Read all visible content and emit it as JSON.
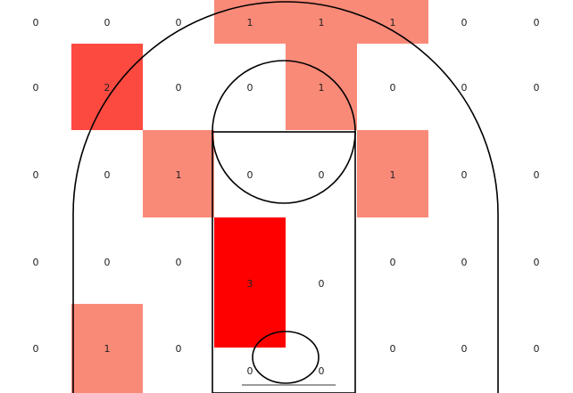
{
  "chart_data": {
    "type": "heatmap",
    "title": "",
    "xlabel": "",
    "ylabel": "",
    "grid": false,
    "legend": "none",
    "columns": 8,
    "rows": 5,
    "values": [
      [
        0,
        0,
        0,
        1,
        1,
        1,
        0,
        0
      ],
      [
        0,
        2,
        0,
        0,
        1,
        0,
        0,
        0
      ],
      [
        0,
        0,
        1,
        0,
        0,
        1,
        0,
        0
      ],
      [
        0,
        0,
        0,
        3,
        0,
        0,
        0,
        0
      ],
      [
        0,
        1,
        0,
        0,
        0,
        0,
        0,
        0
      ]
    ],
    "paint_area_values": [
      {
        "position": "lane-left-bottom",
        "value": 0
      },
      {
        "position": "lane-right-bottom",
        "value": 0
      }
    ],
    "colors": {
      "0": "#ffffff",
      "1": "#f98a78",
      "2": "#fd4a40",
      "3": "#ff0000"
    },
    "overlay": "half-court diagram"
  }
}
